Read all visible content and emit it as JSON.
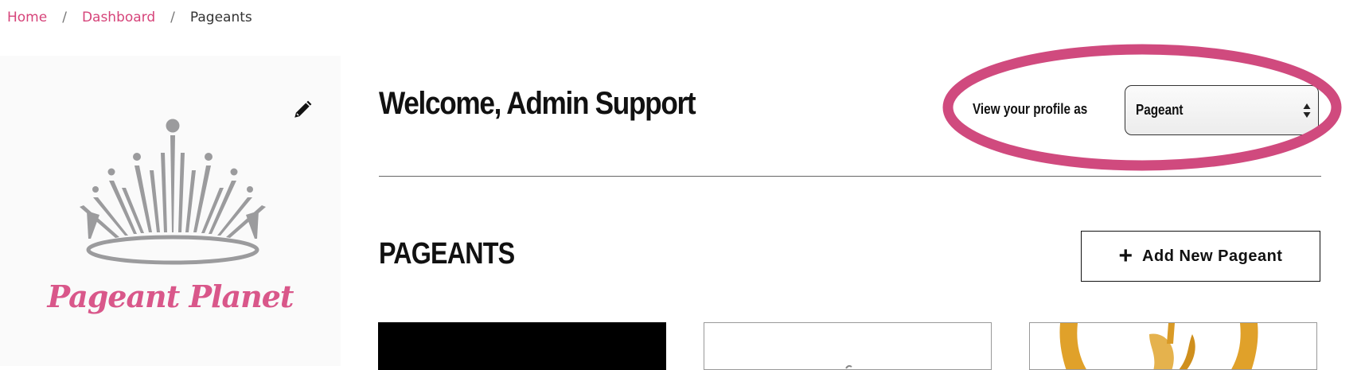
{
  "breadcrumb": {
    "items": [
      {
        "label": "Home",
        "link": true
      },
      {
        "label": "Dashboard",
        "link": true
      },
      {
        "label": "Pageants",
        "link": false
      }
    ],
    "separator": "/"
  },
  "sidebar": {
    "brand_name": "Pageant Planet",
    "edit_icon": "pencil-icon",
    "logo_icon": "crown-icon"
  },
  "header": {
    "welcome": "Welcome, Admin Support",
    "profile_label": "View your profile as",
    "profile_select_value": "Pageant"
  },
  "pageants": {
    "title": "PAGEANTS",
    "add_button_label": "Add New Pageant",
    "add_icon": "plus-icon"
  },
  "colors": {
    "accent": "#d6447a",
    "highlight": "#d04a7e",
    "brand": "#d9578a",
    "text": "#111111"
  }
}
